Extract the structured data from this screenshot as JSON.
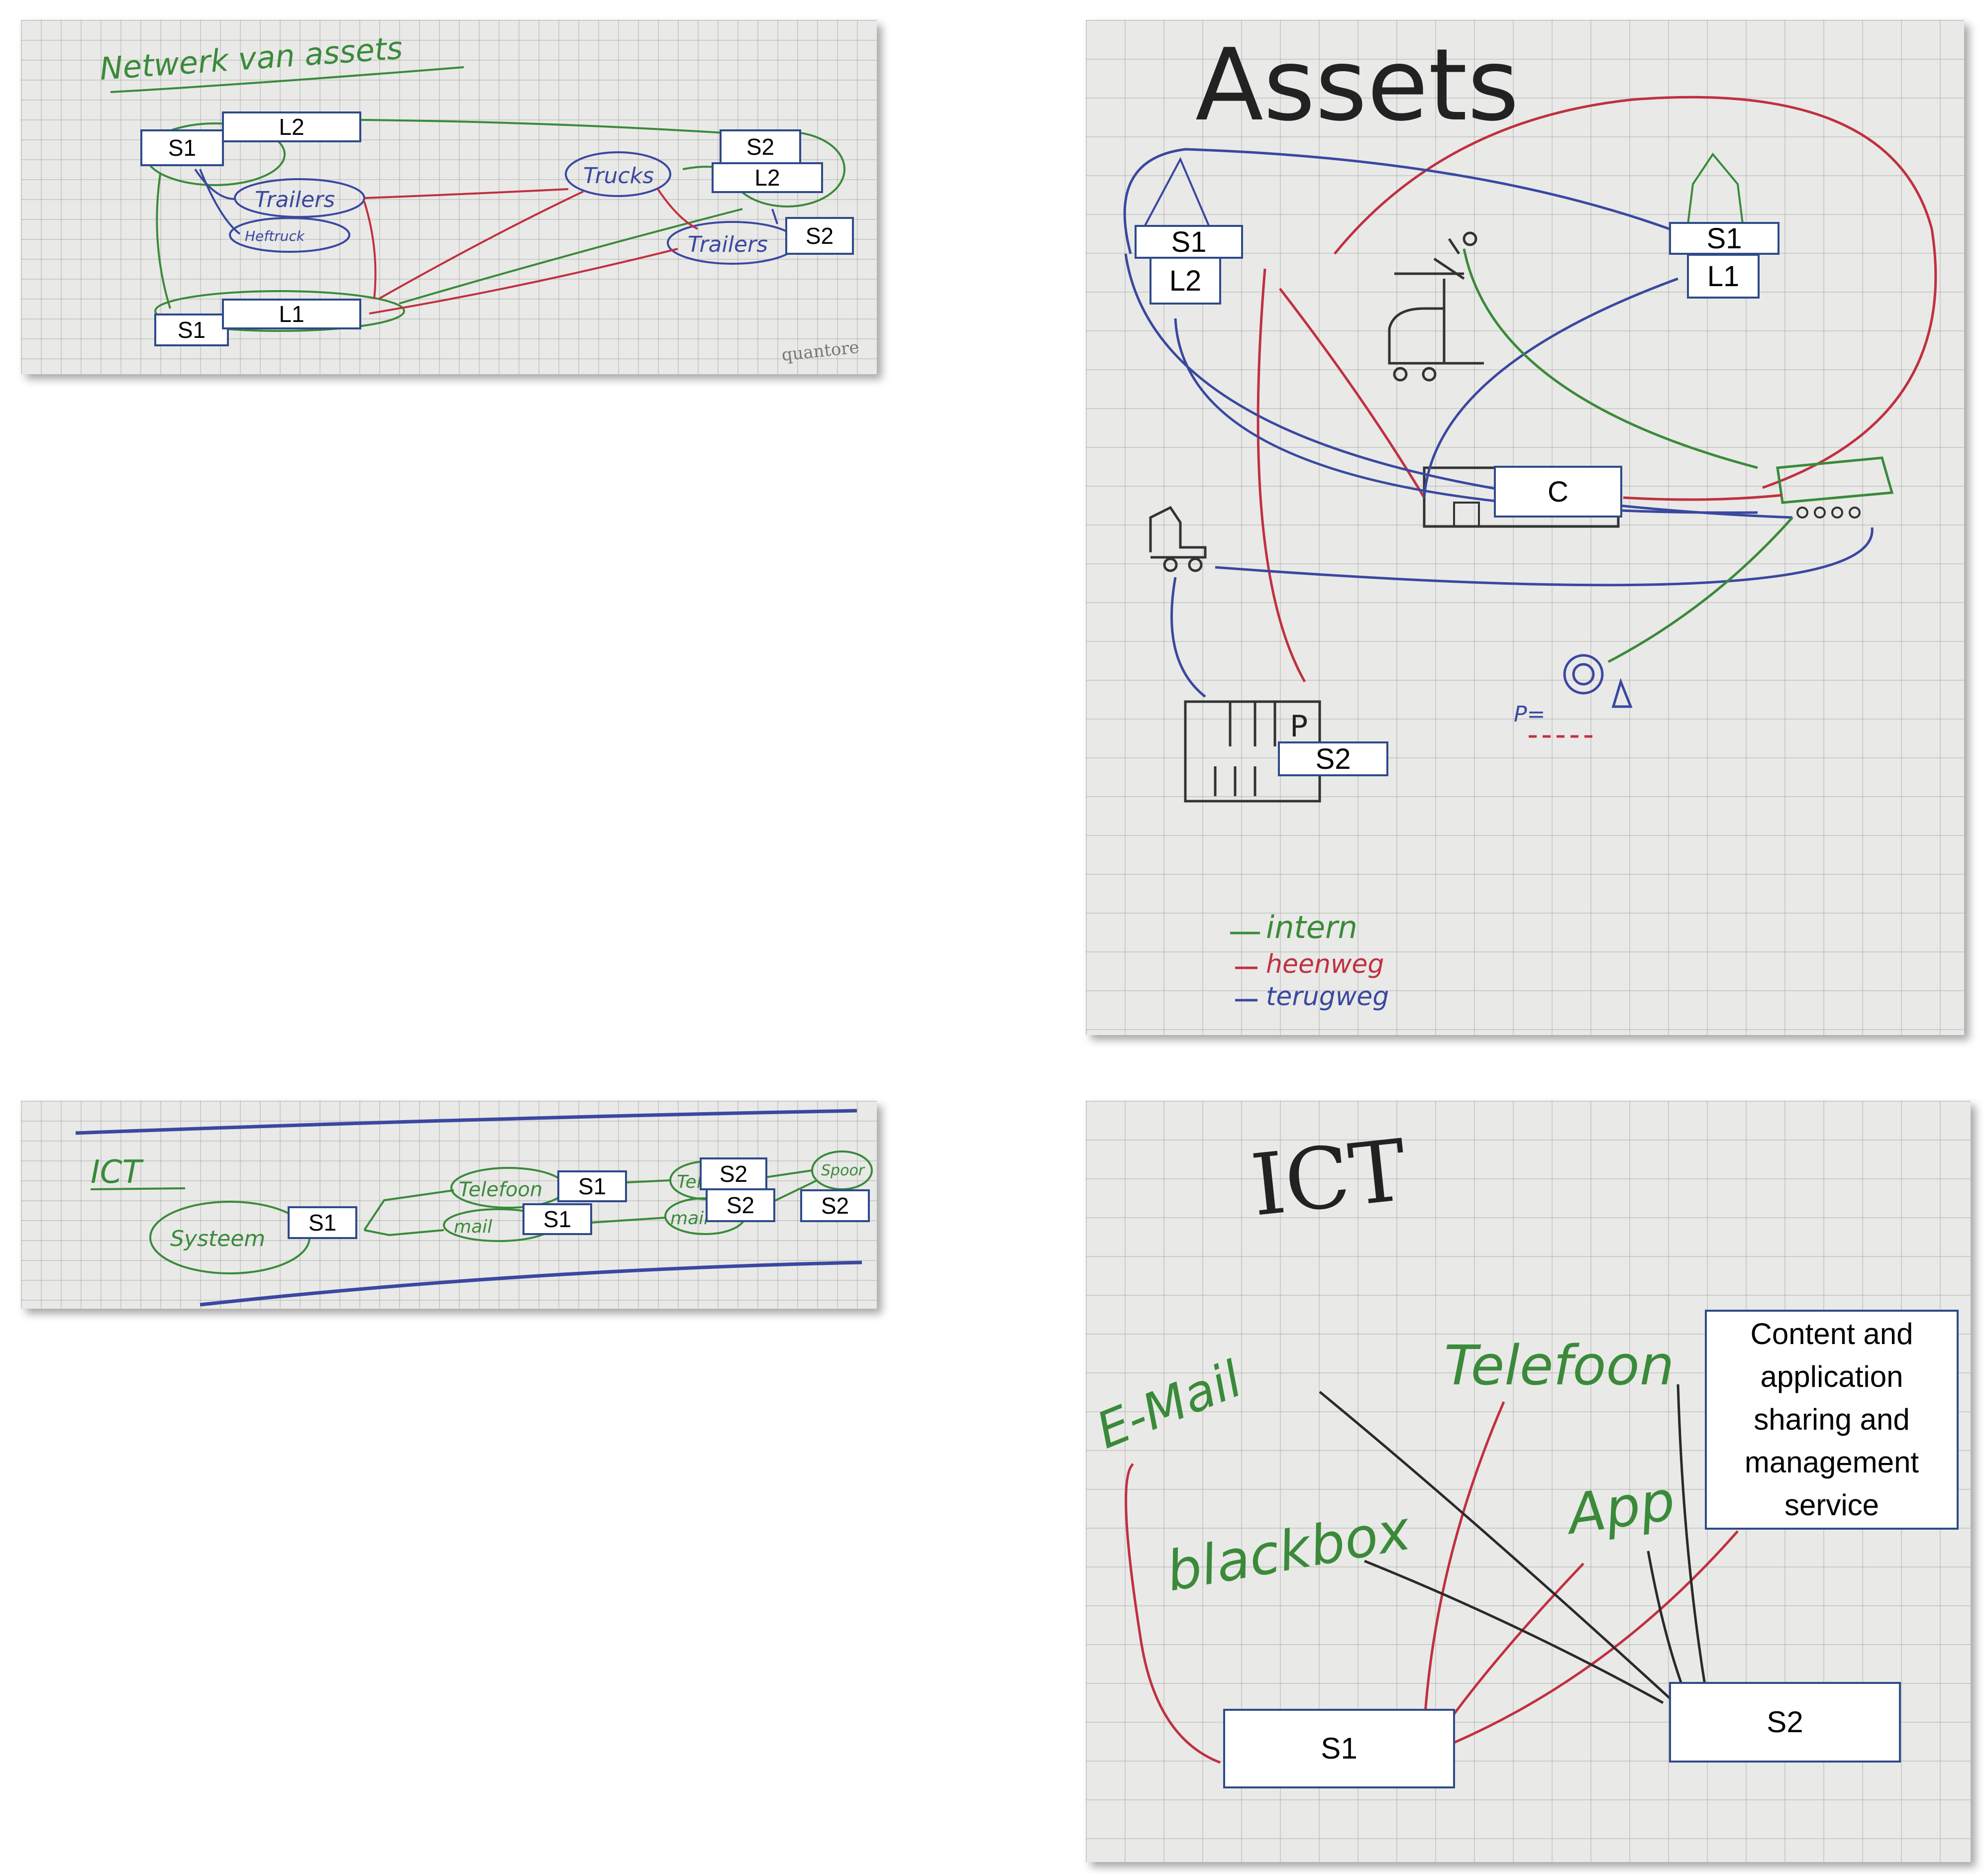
{
  "top_left": {
    "title": "Netwerk van assets",
    "nodes": {
      "trailers": "Trailers",
      "heftruck": "Heftruck",
      "trucks": "Trucks",
      "trailers_right": "Trailers"
    },
    "watermark": "quantore",
    "labels": {
      "s1_top": "S1",
      "l2_top": "L2",
      "s1_bottom": "S1",
      "l1_bottom": "L1",
      "s2_right": "S2",
      "l2_right": "L2",
      "s2_trailers": "S2"
    }
  },
  "top_right": {
    "title": "Assets",
    "labels": {
      "s1_left": "S1",
      "l2_left": "L2",
      "s1_right": "S1",
      "l1_right": "L1",
      "c": "C",
      "s2": "S2"
    },
    "drawing_text": {
      "p_parking": "P",
      "p_sign": "P="
    },
    "legend": [
      {
        "text": "intern",
        "color": "#3a8a3a"
      },
      {
        "text": "heenweg",
        "color": "#c03040"
      },
      {
        "text": "terugweg",
        "color": "#3a48a0"
      }
    ]
  },
  "bottom_left": {
    "title": "ICT",
    "nodes": {
      "systeem": "Systeem",
      "telefoon": "Telefoon",
      "mail": "mail",
      "tel": "Tel",
      "mail_right": "mail",
      "spoor": "Spoor"
    },
    "labels": {
      "s1_systeem": "S1",
      "s1_telefoon": "S1",
      "s1_mail": "S1",
      "s2_tel": "S2",
      "s2_mail": "S2",
      "s2_right": "S2"
    }
  },
  "bottom_right": {
    "title": "ICT",
    "words": {
      "email": "E-Mail",
      "telefoon": "Telefoon",
      "blackbox": "blackbox",
      "app": "App"
    },
    "labels": {
      "content_box": "Content and application sharing and management service",
      "s1": "S1",
      "s2": "S2"
    }
  },
  "colors": {
    "green": "#3a8a3a",
    "red": "#c03040",
    "blue": "#3a48a0",
    "dark": "#2a2a2a",
    "box_border": "#2f4a8a"
  }
}
